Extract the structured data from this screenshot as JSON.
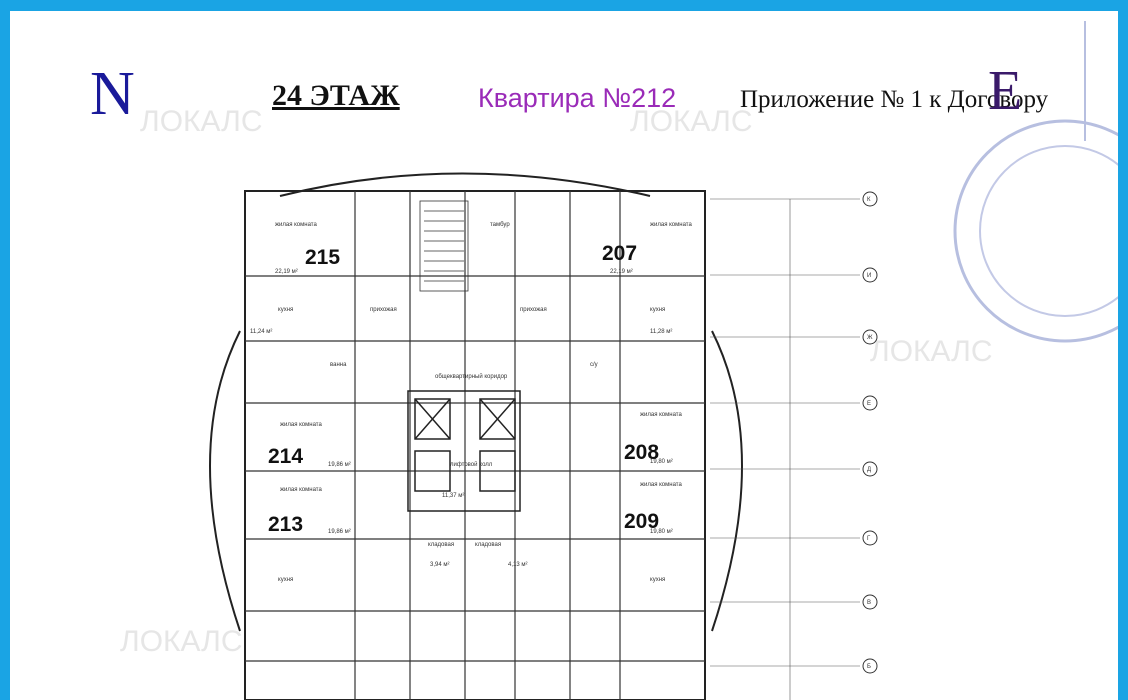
{
  "header": {
    "compass_north": "N",
    "compass_east": "E",
    "floor_title": "24 ЭТАЖ",
    "apartment_title": "Квартира №212",
    "annex_title": "Приложение № 1 к Договору"
  },
  "watermark": "ЛОКАЛС",
  "colors": {
    "frame": "#1aa4e4",
    "apartment_title": "#9a2bb8",
    "compass_north": "#1a1a9a"
  },
  "units": [
    {
      "id": "215",
      "label": "215"
    },
    {
      "id": "207",
      "label": "207"
    },
    {
      "id": "214",
      "label": "214"
    },
    {
      "id": "208",
      "label": "208"
    },
    {
      "id": "213",
      "label": "213"
    },
    {
      "id": "209",
      "label": "209"
    }
  ],
  "axes": [
    "К",
    "И",
    "Ж",
    "Е",
    "Д",
    "Г",
    "В",
    "Б"
  ],
  "rooms": {
    "living": "жилая комната",
    "kitchen": "кухня",
    "hall": "прихожая",
    "bath": "ванна",
    "wc": "с/у",
    "corridor": "общеквартирный коридор",
    "lift_hall": "лифтовой холл",
    "vestibule": "тамбур",
    "storage": "кладовая"
  },
  "areas": {
    "a215": "22,19 м²",
    "a207": "22,19 м²",
    "k_left": "11,24 м²",
    "k_right": "11,28 м²",
    "a214": "19,86 м²",
    "a208": "19,80 м²",
    "a213": "19,86 м²",
    "a209": "19,80 м²",
    "lift": "11,37 м²",
    "stor1": "3,94 м²",
    "stor2": "4,13 м²"
  }
}
